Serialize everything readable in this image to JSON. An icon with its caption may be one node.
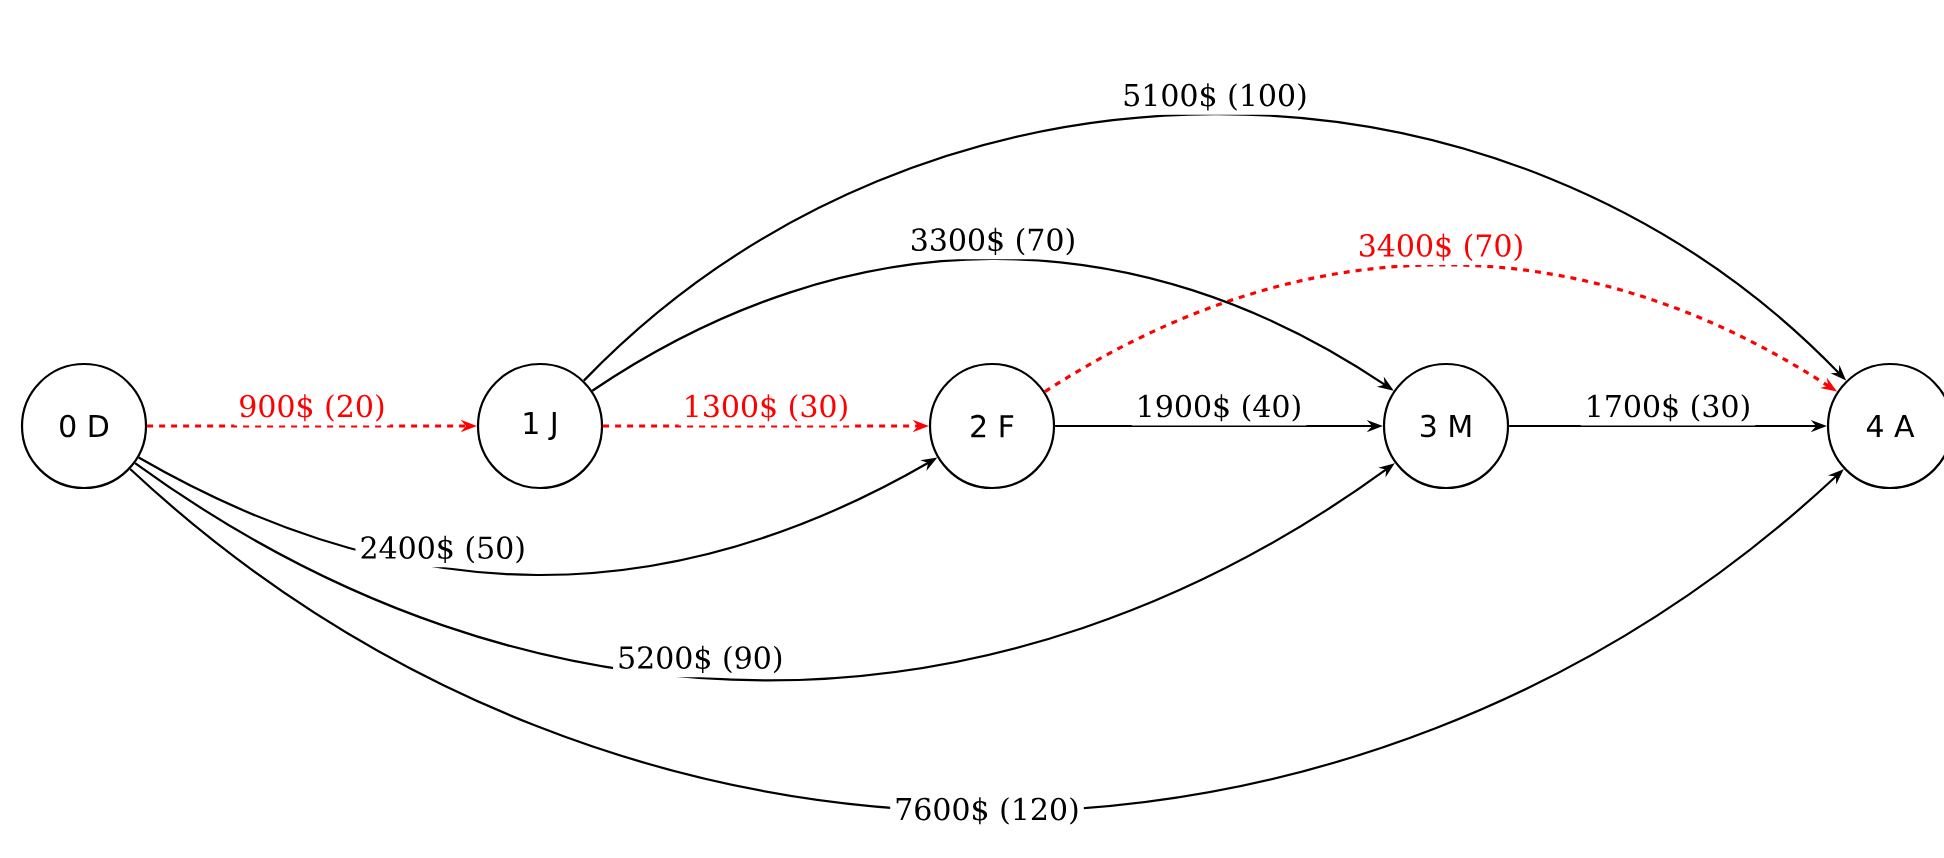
{
  "diagram": {
    "nodes": [
      {
        "text": [
          "0 D"
        ]
      },
      {
        "text": [
          "1 J"
        ]
      },
      {
        "text": [
          "2 F"
        ]
      },
      {
        "text": [
          "3 M"
        ]
      },
      {
        "text": [
          "4 A"
        ]
      }
    ],
    "edges": [
      {
        "from": 0,
        "to": 1,
        "arrow": "to",
        "label": "900$ (20)",
        "style": "dashed",
        "color": "#ff0000"
      },
      {
        "from": 1,
        "to": 2,
        "arrow": "to",
        "label": "1300$ (30)",
        "style": "dashed",
        "color": "#ff0000"
      },
      {
        "from": 2,
        "to": 4,
        "arrow": "to",
        "label": "3400$ (70)",
        "style": "dashed",
        "color": "#ff0000"
      },
      {
        "from": 2,
        "to": 3,
        "arrow": "to",
        "label": "1900$ (40)"
      },
      {
        "from": 3,
        "to": 4,
        "arrow": "to",
        "label": "1700$ (30)"
      },
      {
        "from": 1,
        "to": 4,
        "arrow": "to",
        "label": "5100$ (100)"
      },
      {
        "from": 1,
        "to": 3,
        "arrow": "to",
        "label": "3300$ (70)"
      },
      {
        "from": 0,
        "to": 2,
        "arrow": "to",
        "label": "2400$ (50)"
      },
      {
        "from": 0,
        "to": 3,
        "arrow": "to",
        "label": "5200$ (90)"
      },
      {
        "from": 0,
        "to": 4,
        "arrow": "to",
        "label": "7600$ (120)"
      }
    ]
  }
}
